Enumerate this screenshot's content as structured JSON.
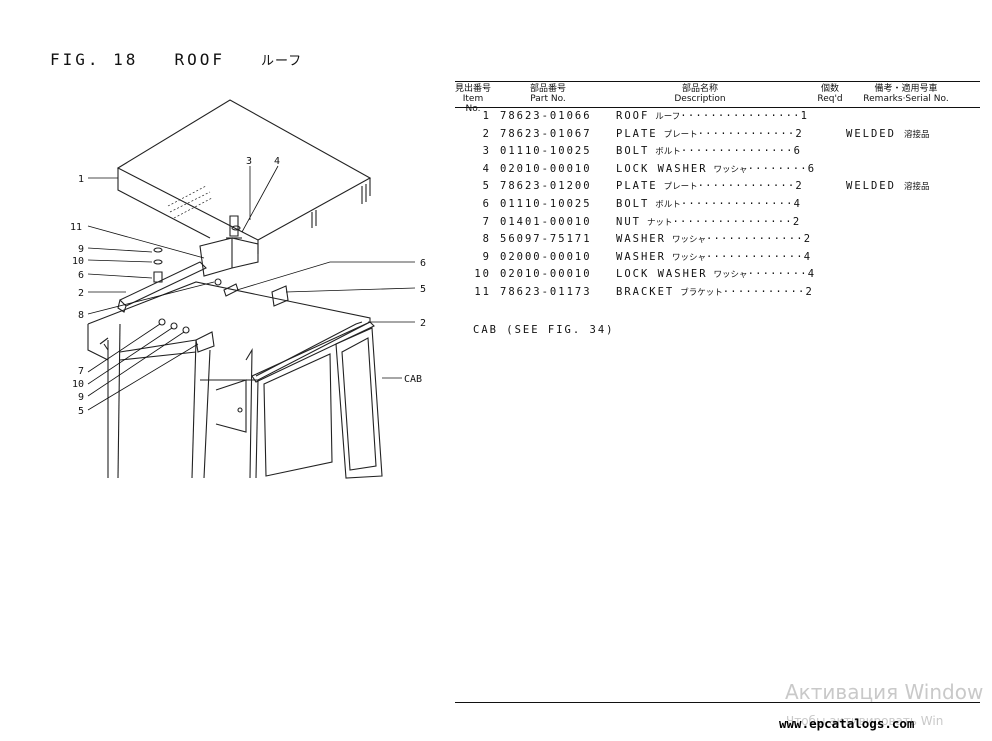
{
  "figure": {
    "number": "FIG. 18",
    "name": "ROOF",
    "name_jp": "ルーフ"
  },
  "table": {
    "headers": {
      "item_jp": "見出番号",
      "item": "Item No.",
      "part_jp": "部品番号",
      "part": "Part No.",
      "desc_jp": "部品名称",
      "desc": "Description",
      "qty_jp": "個数",
      "qty": "Req'd",
      "remarks_jp": "備考・適用号車",
      "remarks": "Remarks·Serial No."
    },
    "rows": [
      {
        "item": "1",
        "part": "78623-01066",
        "desc": "ROOF",
        "desc_jp": "ルーフ",
        "dots": "················",
        "qty": "1",
        "remarks": "",
        "remarks_jp": ""
      },
      {
        "item": "2",
        "part": "78623-01067",
        "desc": "PLATE",
        "desc_jp": "プレート",
        "dots": "·············",
        "qty": "2",
        "remarks": "WELDED",
        "remarks_jp": "溶接品"
      },
      {
        "item": "3",
        "part": "01110-10025",
        "desc": "BOLT",
        "desc_jp": "ボルト",
        "dots": "···············",
        "qty": "6",
        "remarks": "",
        "remarks_jp": ""
      },
      {
        "item": "4",
        "part": "02010-00010",
        "desc": "LOCK WASHER",
        "desc_jp": "ワッシャ",
        "dots": "········",
        "qty": "6",
        "remarks": "",
        "remarks_jp": ""
      },
      {
        "item": "5",
        "part": "78623-01200",
        "desc": "PLATE",
        "desc_jp": "プレート",
        "dots": "·············",
        "qty": "2",
        "remarks": "WELDED",
        "remarks_jp": "溶接品"
      },
      {
        "item": "6",
        "part": "01110-10025",
        "desc": "BOLT",
        "desc_jp": "ボルト",
        "dots": "···············",
        "qty": "4",
        "remarks": "",
        "remarks_jp": ""
      },
      {
        "item": "7",
        "part": "01401-00010",
        "desc": "NUT",
        "desc_jp": "ナット",
        "dots": "················",
        "qty": "2",
        "remarks": "",
        "remarks_jp": ""
      },
      {
        "item": "8",
        "part": "56097-75171",
        "desc": "WASHER",
        "desc_jp": "ワッシャ",
        "dots": "·············",
        "qty": "2",
        "remarks": "",
        "remarks_jp": ""
      },
      {
        "item": "9",
        "part": "02000-00010",
        "desc": "WASHER",
        "desc_jp": "ワッシャ",
        "dots": "·············",
        "qty": "4",
        "remarks": "",
        "remarks_jp": ""
      },
      {
        "item": "10",
        "part": "02010-00010",
        "desc": "LOCK WASHER",
        "desc_jp": "ワッシャ",
        "dots": "········",
        "qty": "4",
        "remarks": "",
        "remarks_jp": ""
      },
      {
        "item": "11",
        "part": "78623-01173",
        "desc": "BRACKET",
        "desc_jp": "ブラケット",
        "dots": "···········",
        "qty": "2",
        "remarks": "",
        "remarks_jp": ""
      }
    ],
    "note": "CAB (SEE FIG. 34)"
  },
  "callouts": {
    "n1": "1",
    "n2": "2",
    "n3": "3",
    "n4": "4",
    "n5": "5",
    "n6": "6",
    "n7": "7",
    "n8": "8",
    "n9": "9",
    "n10": "10",
    "n11": "11",
    "cab": "CAB"
  },
  "overlay": {
    "watermark_line1": "Активация Window",
    "watermark_line2": "Чтобы активировать Win",
    "website": "www.epcatalogs.com"
  }
}
